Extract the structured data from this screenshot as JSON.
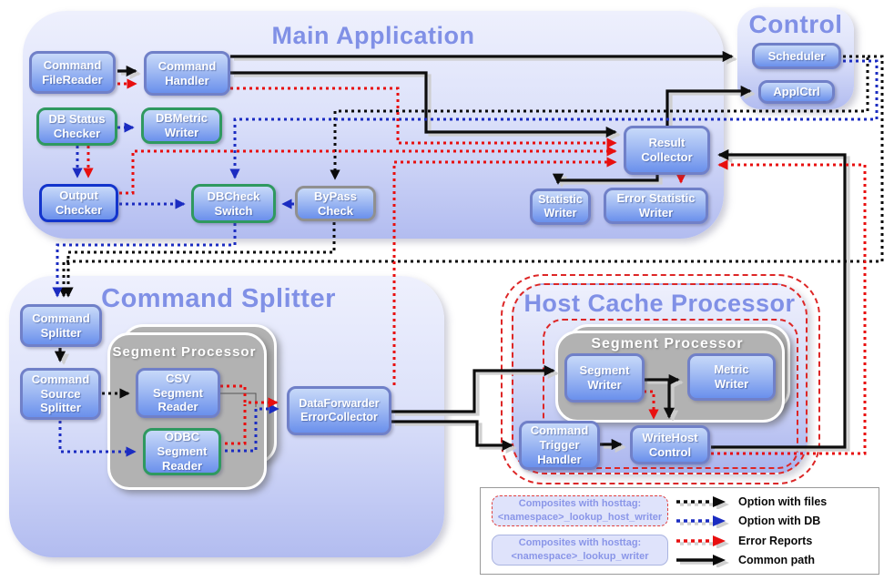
{
  "containers": {
    "main_application": {
      "title": "Main Application"
    },
    "control": {
      "title": "Control"
    },
    "command_splitter": {
      "title": "Command Splitter"
    },
    "host_cache_processor": {
      "title": "Host Cache Processor"
    },
    "segment_processor_left": {
      "title": "Segment Processor"
    },
    "segment_processor_right": {
      "title": "Segment Processor"
    }
  },
  "nodes": {
    "command_filereader": {
      "label": "Command\nFileReader"
    },
    "command_handler": {
      "label": "Command\nHandler"
    },
    "db_status_checker": {
      "label": "DB Status\nChecker"
    },
    "dbmetric_writer": {
      "label": "DBMetric\nWriter"
    },
    "output_checker": {
      "label": "Output\nChecker"
    },
    "dbcheck_switch": {
      "label": "DBCheck\nSwitch"
    },
    "bypass_check": {
      "label": "ByPass\nCheck"
    },
    "result_collector": {
      "label": "Result\nCollector"
    },
    "statistic_writer": {
      "label": "Statistic\nWriter"
    },
    "error_statistic_writer": {
      "label": "Error Statistic\nWriter"
    },
    "scheduler": {
      "label": "Scheduler"
    },
    "applctrl": {
      "label": "ApplCtrl"
    },
    "command_splitter": {
      "label": "Command\nSplitter"
    },
    "command_source_splitter": {
      "label": "Command\nSource\nSplitter"
    },
    "csv_segment_reader": {
      "label": "CSV\nSegment\nReader"
    },
    "odbc_segment_reader": {
      "label": "ODBC\nSegment\nReader"
    },
    "dataforwarder_errorcollector": {
      "label": "DataForwarder\nErrorCollector"
    },
    "segment_writer": {
      "label": "Segment\nWriter"
    },
    "metric_writer": {
      "label": "Metric\nWriter"
    },
    "command_trigger_handler": {
      "label": "Command\nTrigger\nHandler"
    },
    "writehost_control": {
      "label": "WriteHost\nControl"
    }
  },
  "legend": {
    "composites": [
      {
        "label": "Composites with hosttag:\n<namespace>_lookup_host_writer"
      },
      {
        "label": "Composites with hosttag:\n<namespace>_lookup_writer"
      }
    ],
    "items": [
      {
        "label": "Option with files",
        "color": "#0a0a0a",
        "style": "dotted"
      },
      {
        "label": "Option with DB",
        "color": "#1b2cc1",
        "style": "dotted"
      },
      {
        "label": "Error Reports",
        "color": "#e80f0f",
        "style": "dotted"
      },
      {
        "label": "Common path",
        "color": "#0a0a0a",
        "style": "solid"
      }
    ]
  },
  "colors": {
    "title_accent": "#8090e6",
    "node_border_default": "#7080c8",
    "node_border_db_green": "#2f9960",
    "node_border_output_navy": "#1334cc",
    "node_border_bypass_gray": "#909090",
    "error_line": "#e80f0f",
    "db_line": "#1b2cc1",
    "file_line": "#0a0a0a"
  }
}
